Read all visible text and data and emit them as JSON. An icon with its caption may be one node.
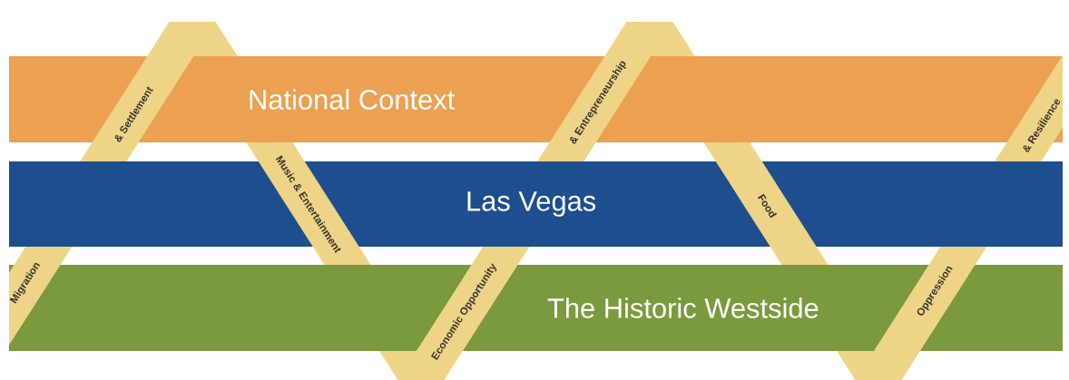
{
  "diagram": {
    "nodes": [
      {
        "text": [
          "National Context"
        ]
      },
      {
        "text": [
          "Las Vegas"
        ]
      },
      {
        "text": [
          "The Historic Westside"
        ]
      }
    ],
    "labels": [
      "Migration",
      "& Settlement",
      "Music & Entertainment",
      "Economic Opportunity",
      "& Entrepreneurship",
      "Food",
      "Oppression",
      "& Resilience"
    ]
  }
}
